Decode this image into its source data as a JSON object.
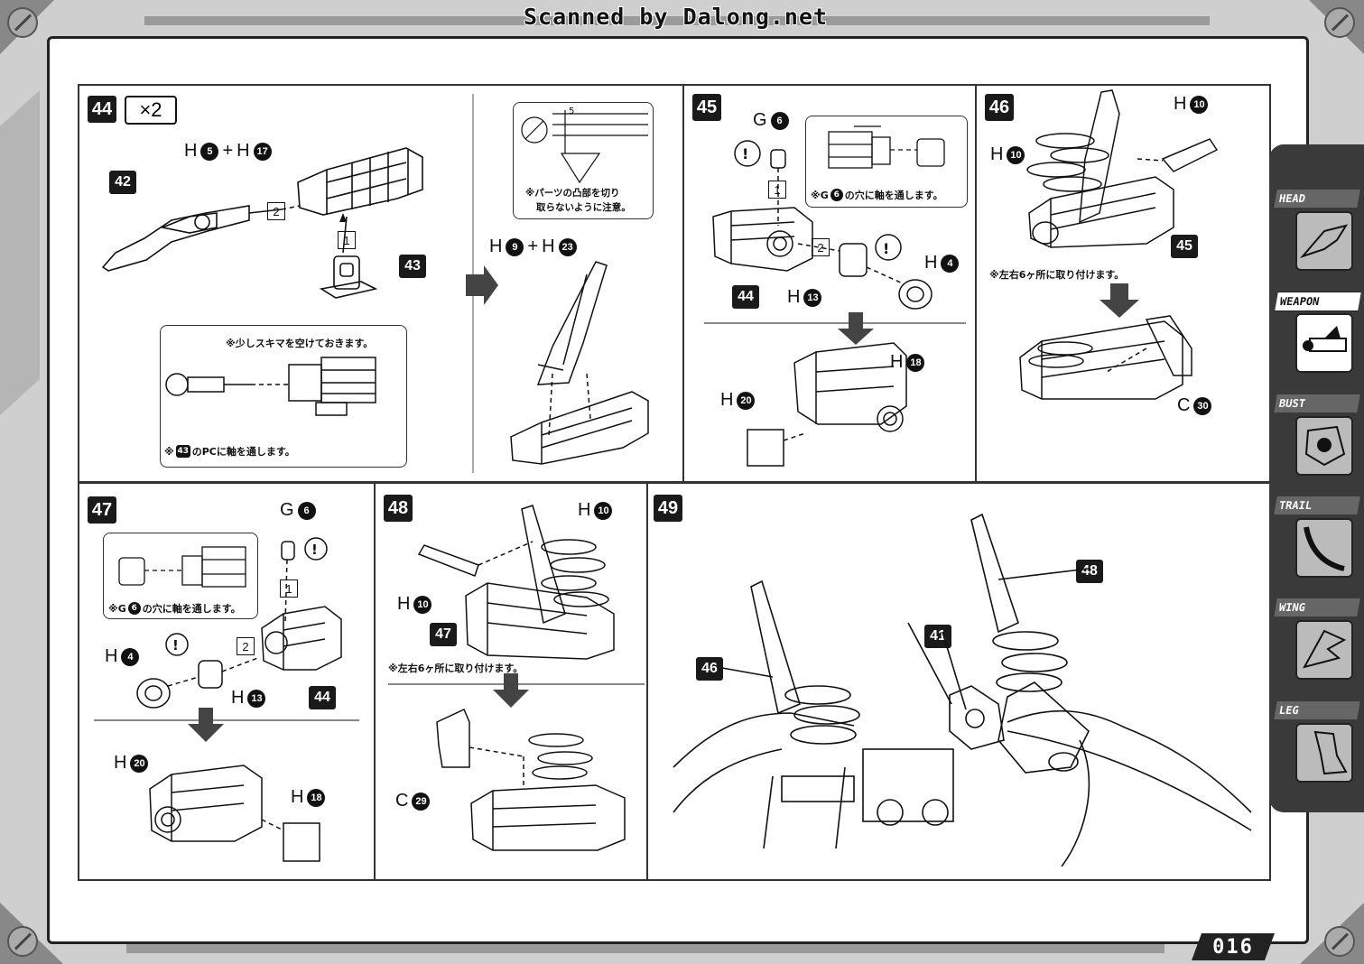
{
  "scan_label": "Scanned by Dalong.net",
  "page_number": "016",
  "side_tabs": [
    {
      "label": "HEAD",
      "active": false
    },
    {
      "label": "WEAPON",
      "active": true
    },
    {
      "label": "BUST",
      "active": false
    },
    {
      "label": "TRAIL",
      "active": false
    },
    {
      "label": "WING",
      "active": false
    },
    {
      "label": "LEG",
      "active": false
    }
  ],
  "step44": {
    "number": "44",
    "multiplier": "×2",
    "parts": {
      "runner_a": "H",
      "part_a": "5",
      "plus": "+",
      "runner_b": "H",
      "part_b": "17"
    },
    "callouts": {
      "c42": "42",
      "c43": "43"
    },
    "order": {
      "o1": "1",
      "o2": "2"
    },
    "note_gap": "※少しスキマを空けておきます。",
    "note_pc_prefix": "※",
    "note_pc_num": "43",
    "note_pc_text": "のPCに軸を通します。",
    "right_note_line1": "※パーツの凸部を切り",
    "right_note_line2": "取らないように注意。",
    "right_parts": {
      "runner_a": "H",
      "part_a": "9",
      "plus": "+",
      "runner_b": "H",
      "part_b": "23"
    },
    "detail_label": "5"
  },
  "step45": {
    "number": "45",
    "g_runner": "G",
    "g_part": "6",
    "order": {
      "o1": "1",
      "o2": "2"
    },
    "note_prefix": "※G",
    "note_num": "6",
    "note_text": "の穴に軸を通します。",
    "h4_runner": "H",
    "h4_part": "4",
    "h13_runner": "H",
    "h13_part": "13",
    "callout": "44",
    "h18_runner": "H",
    "h18_part": "18",
    "h20_runner": "H",
    "h20_part": "20"
  },
  "step46": {
    "number": "46",
    "h10a_runner": "H",
    "h10a_part": "10",
    "h10b_runner": "H",
    "h10b_part": "10",
    "callout": "45",
    "note": "※左右6ヶ所に取り付けます。",
    "c30_runner": "C",
    "c30_part": "30"
  },
  "step47": {
    "number": "47",
    "g_runner": "G",
    "g_part": "6",
    "order": {
      "o1": "1",
      "o2": "2"
    },
    "note_prefix": "※G",
    "note_num": "6",
    "note_text": "の穴に軸を通します。",
    "h4_runner": "H",
    "h4_part": "4",
    "h13_runner": "H",
    "h13_part": "13",
    "callout": "44",
    "h20_runner": "H",
    "h20_part": "20",
    "h18_runner": "H",
    "h18_part": "18"
  },
  "step48": {
    "number": "48",
    "h10a_runner": "H",
    "h10a_part": "10",
    "h10b_runner": "H",
    "h10b_part": "10",
    "callout": "47",
    "note": "※左右6ヶ所に取り付けます。",
    "c29_runner": "C",
    "c29_part": "29"
  },
  "step49": {
    "number": "49",
    "callout_48": "48",
    "callout_41": "41",
    "callout_46": "46"
  }
}
